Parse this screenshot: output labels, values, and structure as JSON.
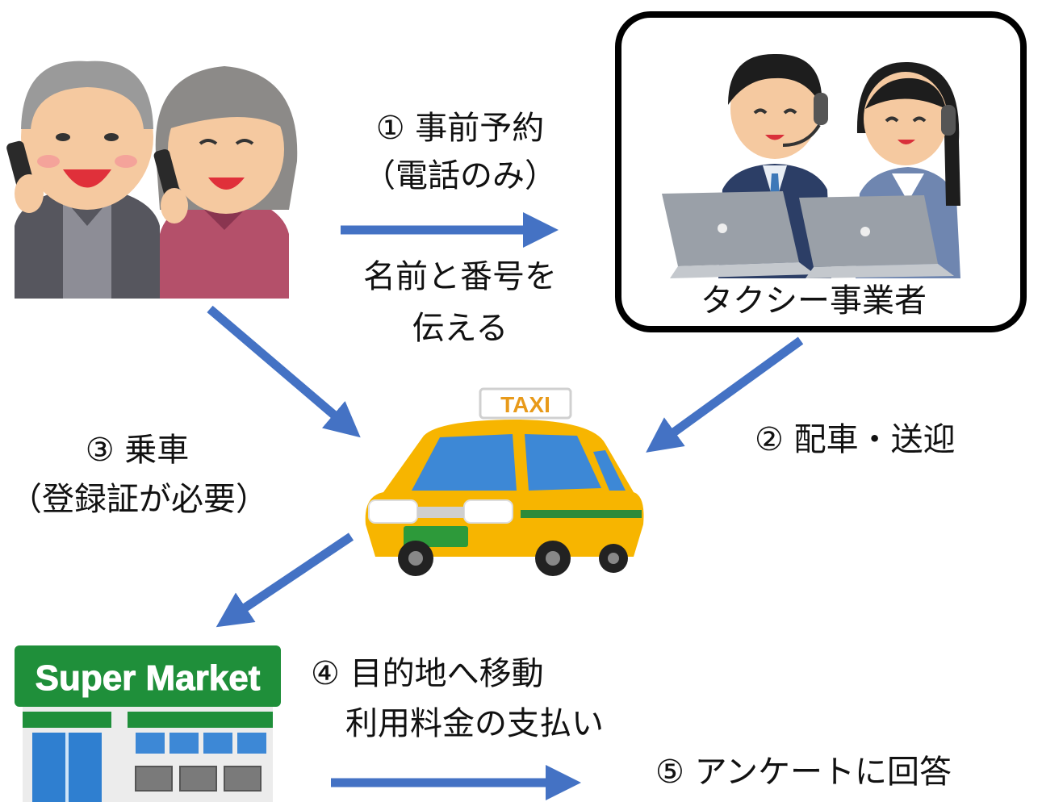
{
  "steps": {
    "reserve": {
      "title": "① 事前予約",
      "note": "（電話のみ）"
    },
    "tell": {
      "line1": "名前と番号を",
      "line2": "伝える"
    },
    "dispatch": {
      "title": "② 配車・送迎"
    },
    "ride": {
      "title": "③ 乗車",
      "note": "（登録証が必要）"
    },
    "travel": {
      "title": "④ 目的地へ移動",
      "note": "利用料金の支払い"
    },
    "survey": {
      "title": "⑤ アンケートに回答"
    }
  },
  "operator": {
    "label": "タクシー事業者"
  },
  "taxi_sign": "TAXI",
  "store_sign": "Super Market",
  "icons": [
    "elderly-couple-phone-icon",
    "call-center-operators-icon",
    "taxi-icon",
    "supermarket-icon"
  ],
  "colors": {
    "arrow": "#4472c4",
    "taxi_body": "#f7b500",
    "store_green": "#1f8f3a"
  }
}
